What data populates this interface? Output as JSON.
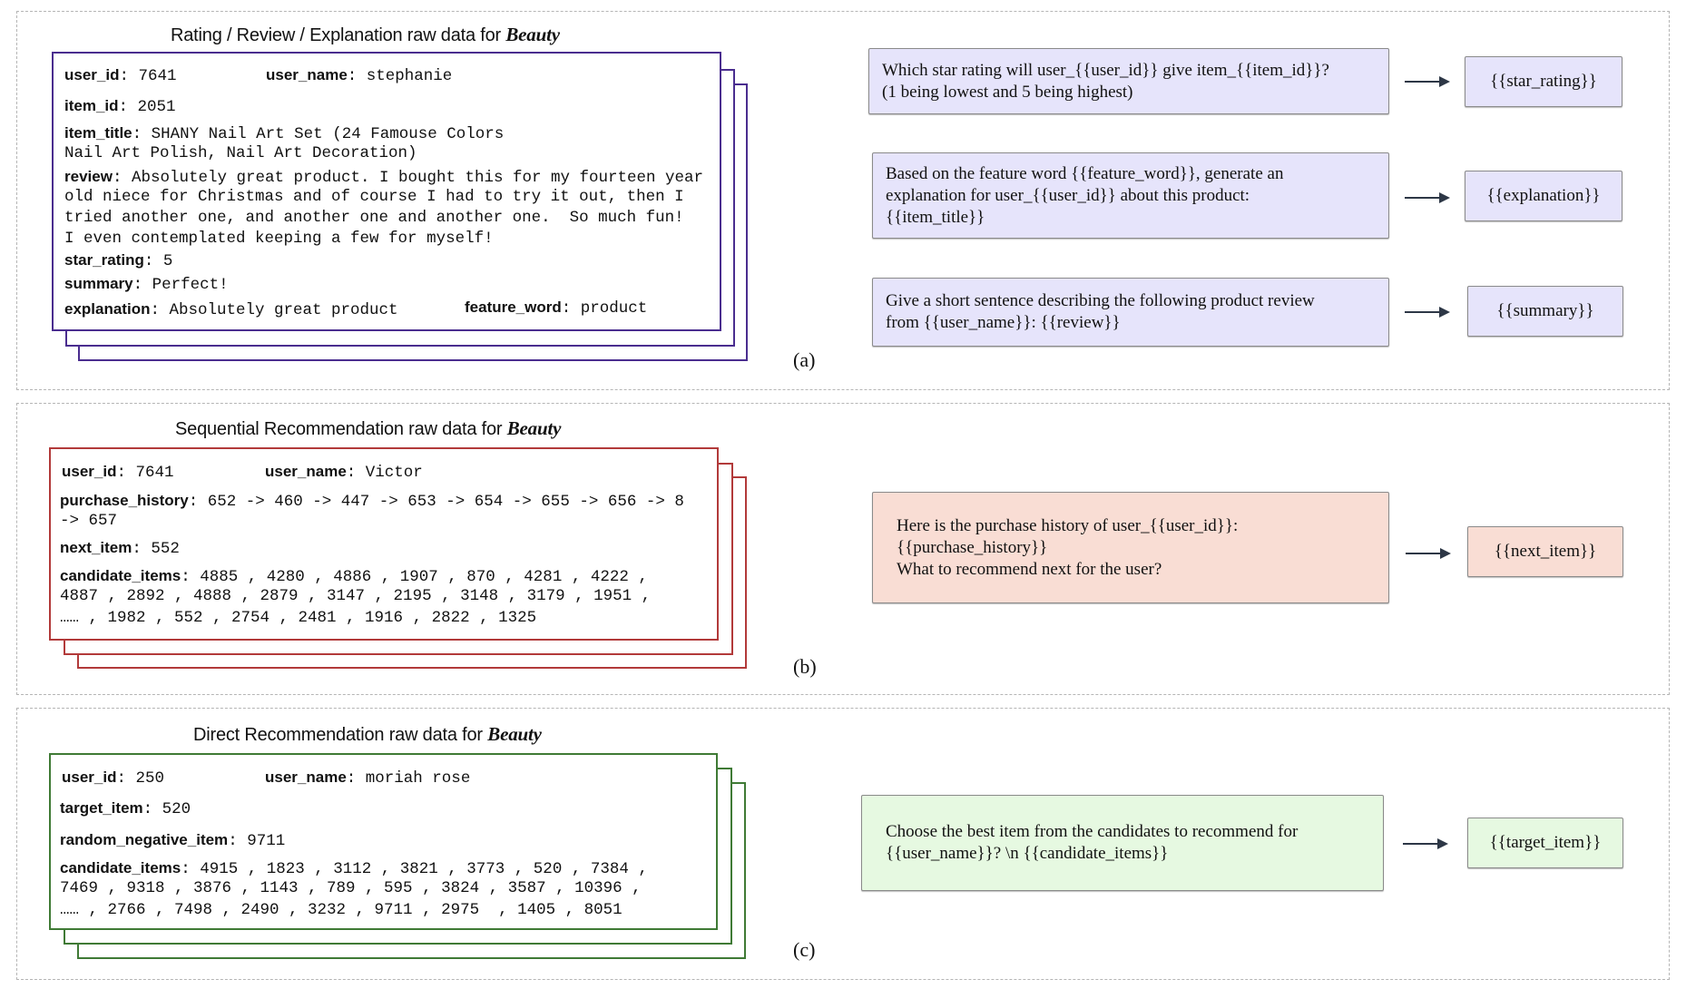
{
  "colors": {
    "panel_a_border": "#4a2d8f",
    "panel_b_border": "#b23a3a",
    "panel_c_border": "#3f7a35",
    "prompt_a_fill": "#e6e4fb",
    "prompt_b_fill": "#f9ddd4",
    "prompt_c_fill": "#e6f9e1"
  },
  "panel_a": {
    "title": "Rating / Review / Explanation raw data for",
    "domain": "Beauty",
    "label": "(a)",
    "fields": {
      "user_id_key": "user_id",
      "user_id": "7641",
      "user_name_key": "user_name",
      "user_name": "stephanie",
      "item_id_key": "item_id",
      "item_id": "2051",
      "item_title_key": "item_title",
      "item_title_1": "SHANY Nail Art Set (24 Famouse Colors",
      "item_title_2": "Nail Art Polish, Nail Art Decoration)",
      "review_key": "review",
      "review_1": "Absolutely great product. I bought this for my fourteen year",
      "review_2": "old niece for Christmas and of course I had to try it out, then I",
      "review_3": "tried another one, and another one and another one.  So much fun!",
      "review_4": "I even contemplated keeping a few for myself!",
      "star_rating_key": "star_rating",
      "star_rating": "5",
      "summary_key": "summary",
      "summary": "Perfect!",
      "explanation_key": "explanation",
      "explanation": "Absolutely great product",
      "feature_word_key": "feature_word",
      "feature_word": "product"
    },
    "tasks": [
      {
        "prompt": "Which star rating will user_{{user_id}} give item_{{item_id}}?\n(1 being lowest and 5 being highest)",
        "target": "{{star_rating}}"
      },
      {
        "prompt": "Based on the feature word {{feature_word}}, generate an\nexplanation for user_{{user_id}} about this product:\n{{item_title}}",
        "target": "{{explanation}}"
      },
      {
        "prompt": "Give a short sentence describing the following product review\nfrom {{user_name}}: {{review}}",
        "target": "{{summary}}"
      }
    ]
  },
  "panel_b": {
    "title": "Sequential Recommendation raw data for",
    "domain": "Beauty",
    "label": "(b)",
    "fields": {
      "user_id_key": "user_id",
      "user_id": "7641",
      "user_name_key": "user_name",
      "user_name": "Victor",
      "purchase_history_key": "purchase_history",
      "purchase_history_1": "652 -> 460 -> 447 -> 653 -> 654 -> 655 -> 656 -> 8",
      "purchase_history_2": "-> 657",
      "next_item_key": "next_item",
      "next_item": "552",
      "candidate_items_key": "candidate_items",
      "candidate_items_1": "4885 , 4280 , 4886 , 1907 , 870 , 4281 , 4222 ,",
      "candidate_items_2": "4887 , 2892 , 4888 , 2879 , 3147 , 2195 , 3148 , 3179 , 1951 ,",
      "candidate_items_3": "…… , 1982 , 552 , 2754 , 2481 , 1916 , 2822 , 1325"
    },
    "tasks": [
      {
        "prompt": "Here is the purchase history of user_{{user_id}}:\n{{purchase_history}}\nWhat to recommend next for the user?",
        "target": "{{next_item}}"
      }
    ]
  },
  "panel_c": {
    "title": "Direct Recommendation raw data for",
    "domain": "Beauty",
    "label": "(c)",
    "fields": {
      "user_id_key": "user_id",
      "user_id": "250",
      "user_name_key": "user_name",
      "user_name": "moriah rose",
      "target_item_key": "target_item",
      "target_item": "520",
      "random_negative_item_key": "random_negative_item",
      "random_negative_item": "9711",
      "candidate_items_key": "candidate_items",
      "candidate_items_1": "4915 , 1823 , 3112 , 3821 , 3773 , 520 , 7384 ,",
      "candidate_items_2": "7469 , 9318 , 3876 , 1143 , 789 , 595 , 3824 , 3587 , 10396 ,",
      "candidate_items_3": "…… , 2766 , 7498 , 2490 , 3232 , 9711 , 2975  , 1405 , 8051"
    },
    "tasks": [
      {
        "prompt": "Choose the best item from the candidates to recommend for\n{{user_name}}? \\n {{candidate_items}}",
        "target": "{{target_item}}"
      }
    ]
  }
}
